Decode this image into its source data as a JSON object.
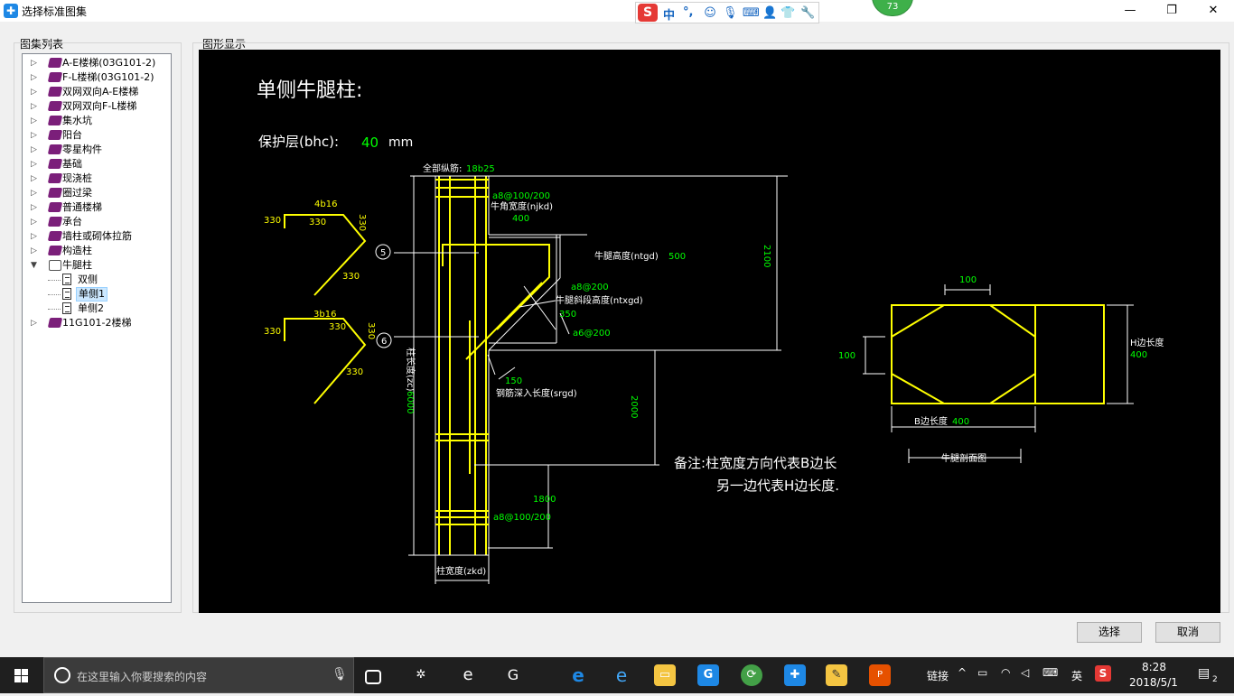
{
  "window": {
    "title": "选择标准图集",
    "icon": "plus-cross-icon"
  },
  "ime": {
    "logo": "S",
    "mode": "中",
    "punct": "°,",
    "badge_count": "73"
  },
  "left_group": {
    "label": "图集列表"
  },
  "right_group": {
    "label": "图形显示"
  },
  "tree": [
    {
      "label": "A-E楼梯(03G101-2)",
      "type": "book",
      "expanded": false
    },
    {
      "label": "F-L楼梯(03G101-2)",
      "type": "book",
      "expanded": false
    },
    {
      "label": "双网双向A-E楼梯",
      "type": "book",
      "expanded": false
    },
    {
      "label": "双网双向F-L楼梯",
      "type": "book",
      "expanded": false
    },
    {
      "label": "集水坑",
      "type": "book",
      "expanded": false
    },
    {
      "label": "阳台",
      "type": "book",
      "expanded": false
    },
    {
      "label": "零星构件",
      "type": "book",
      "expanded": false
    },
    {
      "label": "基础",
      "type": "book",
      "expanded": false
    },
    {
      "label": "现浇桩",
      "type": "book",
      "expanded": false
    },
    {
      "label": "圈过梁",
      "type": "book",
      "expanded": false
    },
    {
      "label": "普通楼梯",
      "type": "book",
      "expanded": false
    },
    {
      "label": "承台",
      "type": "book",
      "expanded": false
    },
    {
      "label": "墙柱或砌体拉筋",
      "type": "book",
      "expanded": false
    },
    {
      "label": "构造柱",
      "type": "book",
      "expanded": false
    },
    {
      "label": "牛腿柱",
      "type": "book",
      "expanded": true
    },
    {
      "label": "双侧",
      "type": "leaf",
      "selected": false
    },
    {
      "label": "单侧1",
      "type": "leaf",
      "selected": true
    },
    {
      "label": "单侧2",
      "type": "leaf",
      "selected": false
    },
    {
      "label": "11G101-2楼梯",
      "type": "book",
      "expanded": false
    }
  ],
  "drawing": {
    "title": "单侧牛腿柱:",
    "cover_label": "保护层(bhc):",
    "cover_value": "40",
    "cover_unit": "mm",
    "all_rebar_label": "全部纵筋:",
    "all_rebar_value": "18b25",
    "stirrup_top": "a8@100/200",
    "corbel_width_label": "牛角宽度(njkd)",
    "corbel_width_value": "400",
    "corbel_height_label": "牛腿高度(ntgd)",
    "corbel_height_value": "500",
    "stirrup_corbel": "a8@200",
    "slope_height_label": "牛腿斜段高度(ntxgd)",
    "slope_height_value": "350",
    "stirrup_small": "a6@200",
    "anchor_value": "150",
    "anchor_label": "钢筋深入长度(srgd)",
    "dim_2100": "2100",
    "dim_2000": "2000",
    "dim_1800": "1800",
    "stirrup_bottom": "a8@100/200",
    "column_length_label": "柱长度(zc)",
    "column_length_value": "6000",
    "column_width_label": "柱宽度(zkd)",
    "bar5_top": "4b16",
    "bar5_left": "330",
    "bar5_mid": "330",
    "bar5_right": "330",
    "bar5_diag": "330",
    "bar6_top": "3b16",
    "bar6_left": "330",
    "bar6_mid": "330",
    "bar6_right": "330",
    "bar6_diag": "330",
    "marker5": "5",
    "marker6": "6",
    "note_line1": "备注:柱宽度方向代表B边长",
    "note_line2": "另一边代表H边长度.",
    "section_top_dim": "100",
    "section_left_dim": "100",
    "section_h_label": "H边长度",
    "section_h_value": "400",
    "section_b_label": "B边长度",
    "section_b_value": "400",
    "section_caption": "牛腿剖面图"
  },
  "buttons": {
    "ok": "选择",
    "cancel": "取消"
  },
  "taskbar": {
    "search_placeholder": "在这里输入你要搜索的内容",
    "link_label": "链接",
    "lang": "英",
    "time": "8:28",
    "date": "2018/5/1",
    "notification_count": "2"
  },
  "colors": {
    "yellow": "#ffff00",
    "green": "#00ff00",
    "white": "#ffffff",
    "canvas": "#000000"
  }
}
